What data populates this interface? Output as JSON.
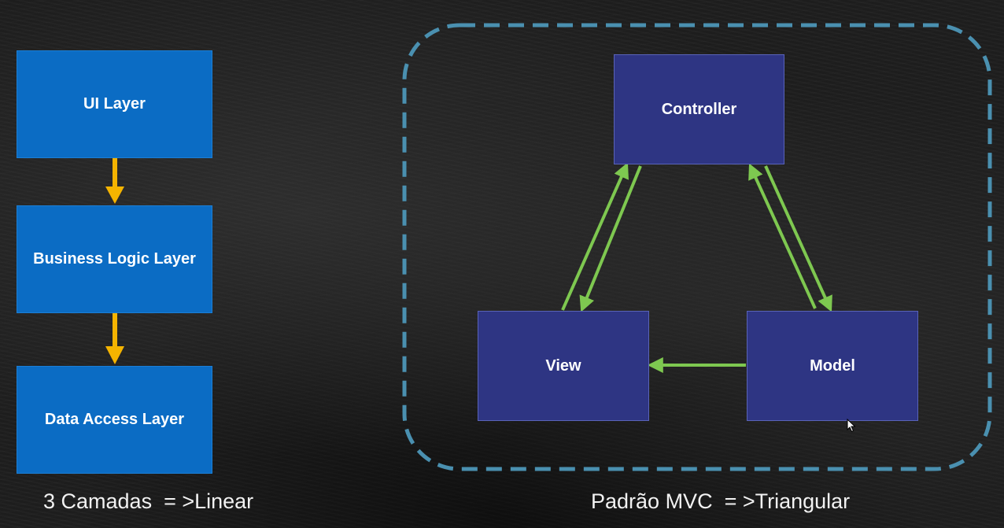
{
  "layers": {
    "ui": "UI Layer",
    "business_logic": "Business Logic Layer",
    "data_access": "Data Access Layer"
  },
  "mvc": {
    "controller": "Controller",
    "view": "View",
    "model": "Model"
  },
  "captions": {
    "left": "3 Camadas  = >Linear",
    "right": "Padrão MVC  = >Triangular"
  },
  "colors": {
    "layer_box": "#0b6cc4",
    "mvc_box": "#2e3583",
    "layer_arrow": "#f5b400",
    "mvc_arrow": "#7ec850",
    "frame": "#4a90b0"
  },
  "icons": {
    "cursor": "mouse-pointer-icon"
  }
}
